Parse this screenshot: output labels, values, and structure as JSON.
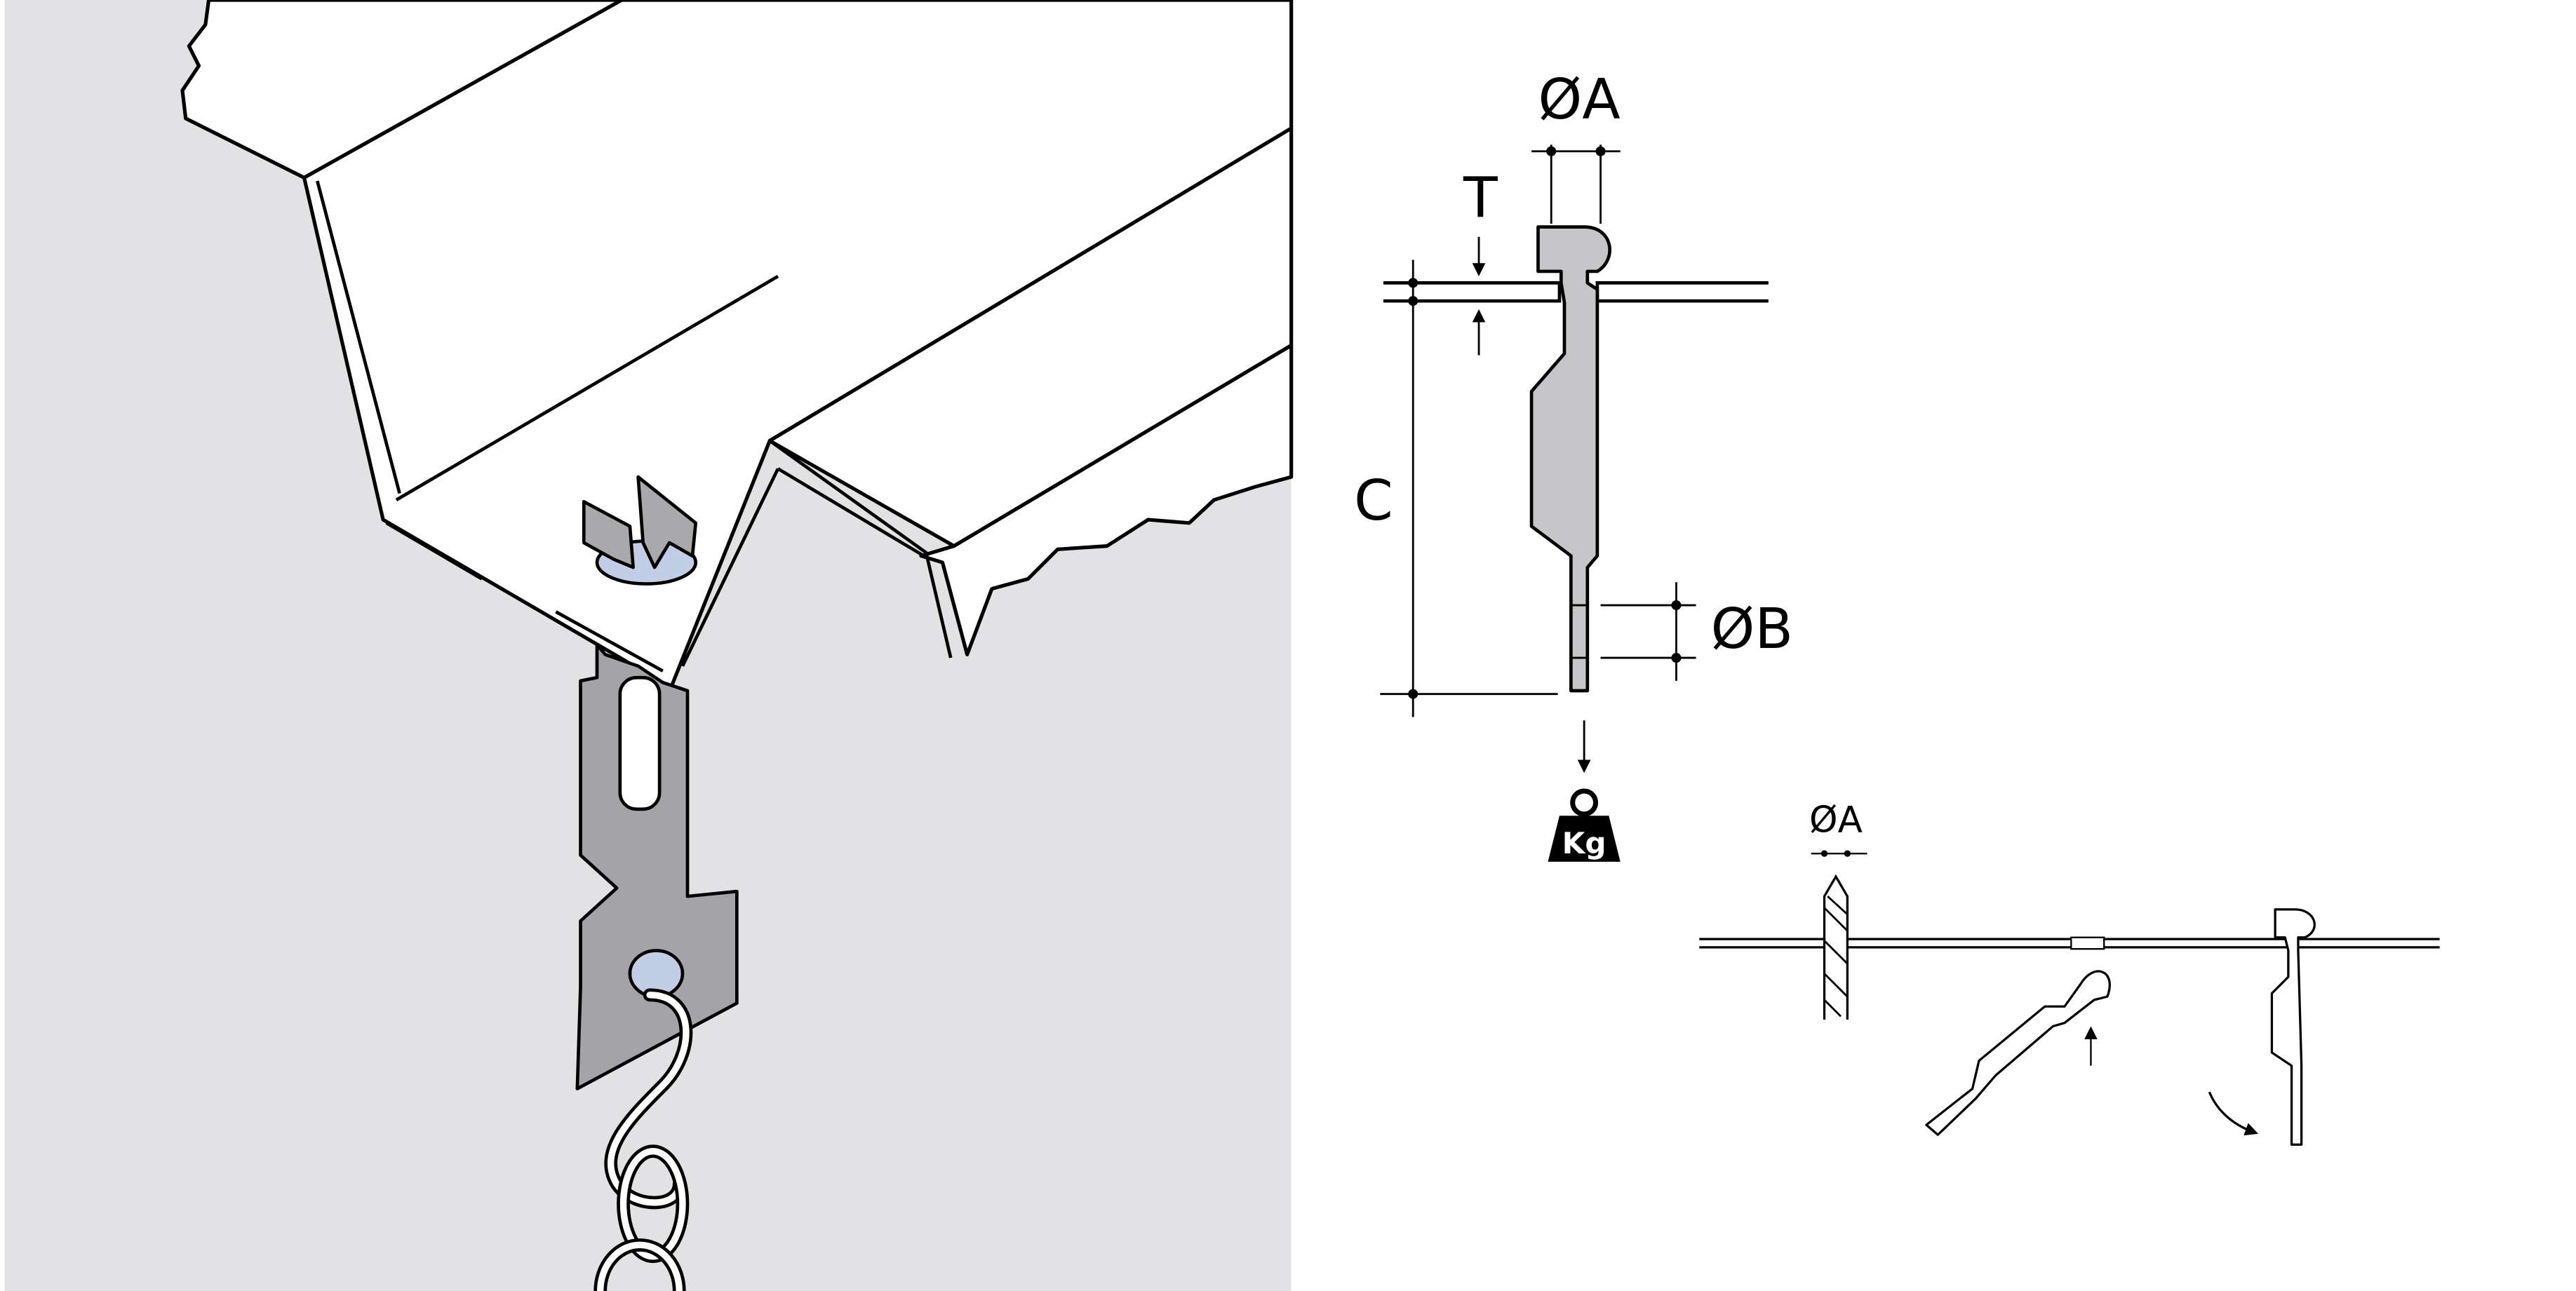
{
  "labels": {
    "dia_a": "ØA",
    "thickness": "T",
    "length": "C",
    "dia_b": "ØB",
    "weight": "Kg",
    "dia_a_small": "ØA"
  },
  "colors": {
    "background_panel": "#e2e2e4",
    "metal_fill": "#c6c6c8",
    "hole_fill": "#c2cde6",
    "line": "#000000",
    "white": "#ffffff"
  },
  "icons": {
    "weight": "weight-icon",
    "drill": "drill-bit-icon",
    "arrow_up": "arrow-up-icon",
    "arrow_rotate": "curved-arrow-icon"
  }
}
